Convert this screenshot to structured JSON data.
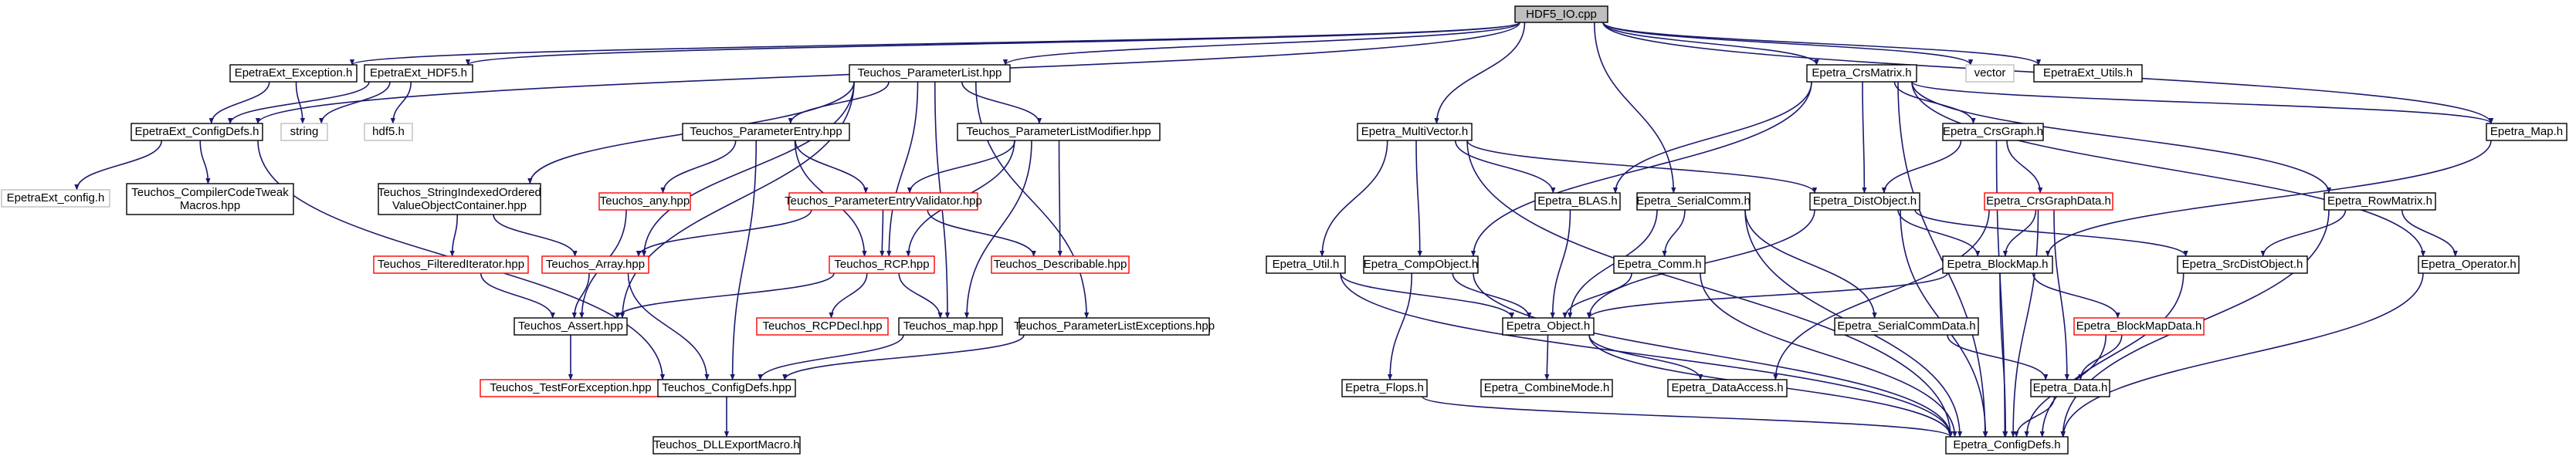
{
  "graph": {
    "root": "HDF5_IO.cpp",
    "nodes": {
      "root": "HDF5_IO.cpp",
      "epetraext_exception": "EpetraExt_Exception.h",
      "epetraext_hdf5": "EpetraExt_HDF5.h",
      "teuchos_parameterlist": "Teuchos_ParameterList.hpp",
      "epetra_crsmatrix": "Epetra_CrsMatrix.h",
      "vector": "vector",
      "epetraext_utils": "EpetraExt_Utils.h",
      "epetraext_configdefs": "EpetraExt_ConfigDefs.h",
      "string": "string",
      "hdf5": "hdf5.h",
      "epetraext_config": "EpetraExt_config.h",
      "teuchos_compilercodetweak_1": "Teuchos_CompilerCodeTweak",
      "teuchos_compilercodetweak_2": "Macros.hpp",
      "teuchos_parameterentry": "Teuchos_ParameterEntry.hpp",
      "teuchos_parameterlistmodifier": "Teuchos_ParameterListModifier.hpp",
      "teuchos_stringindexed_1": "Teuchos_StringIndexedOrdered",
      "teuchos_stringindexed_2": "ValueObjectContainer.hpp",
      "teuchos_any": "Teuchos_any.hpp",
      "teuchos_parameterentryvalidator": "Teuchos_ParameterEntryValidator.hpp",
      "teuchos_filterediterator": "Teuchos_FilteredIterator.hpp",
      "teuchos_array": "Teuchos_Array.hpp",
      "teuchos_rcp": "Teuchos_RCP.hpp",
      "teuchos_describable": "Teuchos_Describable.hpp",
      "teuchos_rcpdecl": "Teuchos_RCPDecl.hpp",
      "teuchos_assert": "Teuchos_Assert.hpp",
      "teuchos_map": "Teuchos_map.hpp",
      "teuchos_parameterlistexceptions": "Teuchos_ParameterListExceptions.hpp",
      "teuchos_testforexception": "Teuchos_TestForException.hpp",
      "teuchos_configdefs": "Teuchos_ConfigDefs.hpp",
      "teuchos_dllexportmacro": "Teuchos_DLLExportMacro.h",
      "epetra_multivector": "Epetra_MultiVector.h",
      "epetra_crsgraph": "Epetra_CrsGraph.h",
      "epetra_map": "Epetra_Map.h",
      "epetra_crsgraphdata": "Epetra_CrsGraphData.h",
      "epetra_blas": "Epetra_BLAS.h",
      "epetra_serialcomm": "Epetra_SerialComm.h",
      "epetra_distobject": "Epetra_DistObject.h",
      "epetra_rowmatrix": "Epetra_RowMatrix.h",
      "epetra_util": "Epetra_Util.h",
      "epetra_compobject": "Epetra_CompObject.h",
      "epetra_comm": "Epetra_Comm.h",
      "epetra_blockmap": "Epetra_BlockMap.h",
      "epetra_srcdistobject": "Epetra_SrcDistObject.h",
      "epetra_operator": "Epetra_Operator.h",
      "epetra_object": "Epetra_Object.h",
      "epetra_serialcommdata": "Epetra_SerialCommData.h",
      "epetra_blockmapdata": "Epetra_BlockMapData.h",
      "epetra_flops": "Epetra_Flops.h",
      "epetra_combinemode": "Epetra_CombineMode.h",
      "epetra_dataaccess": "Epetra_DataAccess.h",
      "epetra_data": "Epetra_Data.h",
      "epetra_configdefs": "Epetra_ConfigDefs.h"
    },
    "edges": [
      [
        "root",
        "epetraext_configdefs"
      ],
      [
        "root",
        "epetraext_exception"
      ],
      [
        "root",
        "epetraext_hdf5"
      ],
      [
        "root",
        "teuchos_parameterlist"
      ],
      [
        "root",
        "epetra_multivector"
      ],
      [
        "root",
        "epetra_serialcomm"
      ],
      [
        "root",
        "epetra_crsmatrix"
      ],
      [
        "root",
        "epetra_map"
      ],
      [
        "root",
        "vector"
      ],
      [
        "root",
        "epetraext_utils"
      ],
      [
        "epetraext_exception",
        "epetraext_configdefs"
      ],
      [
        "epetraext_exception",
        "string"
      ],
      [
        "epetraext_hdf5",
        "epetraext_configdefs"
      ],
      [
        "epetraext_hdf5",
        "string"
      ],
      [
        "epetraext_hdf5",
        "hdf5"
      ],
      [
        "epetraext_configdefs",
        "epetraext_config"
      ],
      [
        "epetraext_configdefs",
        "teuchos_compilercodetweak"
      ],
      [
        "epetraext_configdefs",
        "teuchos_configdefs"
      ],
      [
        "teuchos_parameterlist",
        "teuchos_stringindexed"
      ],
      [
        "teuchos_parameterlist",
        "teuchos_parameterentry"
      ],
      [
        "teuchos_parameterlist",
        "teuchos_parameterlistmodifier"
      ],
      [
        "teuchos_parameterlist",
        "teuchos_array"
      ],
      [
        "teuchos_parameterlist",
        "teuchos_rcp"
      ],
      [
        "teuchos_parameterlist",
        "teuchos_assert"
      ],
      [
        "teuchos_parameterlist",
        "teuchos_map"
      ],
      [
        "teuchos_parameterlist",
        "teuchos_parameterlistexceptions"
      ],
      [
        "teuchos_parameterentry",
        "teuchos_any"
      ],
      [
        "teuchos_parameterentry",
        "teuchos_parameterentryvalidator"
      ],
      [
        "teuchos_parameterentry",
        "teuchos_rcp"
      ],
      [
        "teuchos_parameterentry",
        "teuchos_configdefs"
      ],
      [
        "teuchos_parameterlistmodifier",
        "teuchos_parameterentryvalidator"
      ],
      [
        "teuchos_parameterlistmodifier",
        "teuchos_rcp"
      ],
      [
        "teuchos_parameterlistmodifier",
        "teuchos_describable"
      ],
      [
        "teuchos_parameterlistmodifier",
        "teuchos_map"
      ],
      [
        "teuchos_stringindexed",
        "teuchos_filterediterator"
      ],
      [
        "teuchos_stringindexed",
        "teuchos_array"
      ],
      [
        "teuchos_any",
        "teuchos_assert"
      ],
      [
        "teuchos_parameterentryvalidator",
        "teuchos_array"
      ],
      [
        "teuchos_parameterentryvalidator",
        "teuchos_rcp"
      ],
      [
        "teuchos_parameterentryvalidator",
        "teuchos_describable"
      ],
      [
        "teuchos_filterediterator",
        "teuchos_assert"
      ],
      [
        "teuchos_array",
        "teuchos_assert"
      ],
      [
        "teuchos_array",
        "teuchos_configdefs"
      ],
      [
        "teuchos_rcp",
        "teuchos_rcpdecl"
      ],
      [
        "teuchos_rcp",
        "teuchos_assert"
      ],
      [
        "teuchos_rcp",
        "teuchos_map"
      ],
      [
        "teuchos_assert",
        "teuchos_testforexception"
      ],
      [
        "teuchos_map",
        "teuchos_configdefs"
      ],
      [
        "teuchos_parameterlistexceptions",
        "teuchos_configdefs"
      ],
      [
        "teuchos_configdefs",
        "teuchos_dllexportmacro"
      ],
      [
        "epetra_multivector",
        "epetra_distobject"
      ],
      [
        "epetra_multivector",
        "epetra_compobject"
      ],
      [
        "epetra_multivector",
        "epetra_blas"
      ],
      [
        "epetra_multivector",
        "epetra_util"
      ],
      [
        "epetra_multivector",
        "epetra_configdefs"
      ],
      [
        "epetra_crsmatrix",
        "epetra_distobject"
      ],
      [
        "epetra_crsmatrix",
        "epetra_compobject"
      ],
      [
        "epetra_crsmatrix",
        "epetra_blas"
      ],
      [
        "epetra_crsmatrix",
        "epetra_crsgraph"
      ],
      [
        "epetra_crsmatrix",
        "epetra_map"
      ],
      [
        "epetra_crsmatrix",
        "epetra_rowmatrix"
      ],
      [
        "epetra_crsmatrix",
        "epetra_operator"
      ],
      [
        "epetra_crsmatrix",
        "epetra_configdefs"
      ],
      [
        "epetra_crsgraph",
        "epetra_distobject"
      ],
      [
        "epetra_crsgraph",
        "epetra_crsgraphdata"
      ],
      [
        "epetra_crsgraph",
        "epetra_configdefs"
      ],
      [
        "epetra_crsgraphdata",
        "epetra_blockmap"
      ],
      [
        "epetra_crsgraphdata",
        "epetra_data"
      ],
      [
        "epetra_crsgraphdata",
        "epetra_dataaccess"
      ],
      [
        "epetra_crsgraphdata",
        "epetra_configdefs"
      ],
      [
        "epetra_map",
        "epetra_blockmap"
      ],
      [
        "epetra_blas",
        "epetra_object"
      ],
      [
        "epetra_serialcomm",
        "epetra_comm"
      ],
      [
        "epetra_serialcomm",
        "epetra_serialcommdata"
      ],
      [
        "epetra_serialcomm",
        "epetra_object"
      ],
      [
        "epetra_serialcomm",
        "epetra_configdefs"
      ],
      [
        "epetra_distobject",
        "epetra_blockmap"
      ],
      [
        "epetra_distobject",
        "epetra_srcdistobject"
      ],
      [
        "epetra_distobject",
        "epetra_object"
      ],
      [
        "epetra_distobject",
        "epetra_configdefs"
      ],
      [
        "epetra_rowmatrix",
        "epetra_srcdistobject"
      ],
      [
        "epetra_rowmatrix",
        "epetra_operator"
      ],
      [
        "epetra_rowmatrix",
        "epetra_configdefs"
      ],
      [
        "epetra_util",
        "epetra_object"
      ],
      [
        "epetra_util",
        "epetra_configdefs"
      ],
      [
        "epetra_compobject",
        "epetra_object"
      ],
      [
        "epetra_compobject",
        "epetra_flops"
      ],
      [
        "epetra_compobject",
        "epetra_configdefs"
      ],
      [
        "epetra_comm",
        "epetra_object"
      ],
      [
        "epetra_comm",
        "epetra_configdefs"
      ],
      [
        "epetra_blockmap",
        "epetra_object"
      ],
      [
        "epetra_blockmap",
        "epetra_blockmapdata"
      ],
      [
        "epetra_blockmap",
        "epetra_configdefs"
      ],
      [
        "epetra_srcdistobject",
        "epetra_configdefs"
      ],
      [
        "epetra_operator",
        "epetra_configdefs"
      ],
      [
        "epetra_object",
        "epetra_combinemode"
      ],
      [
        "epetra_object",
        "epetra_dataaccess"
      ],
      [
        "epetra_object",
        "epetra_configdefs"
      ],
      [
        "epetra_serialcommdata",
        "epetra_data"
      ],
      [
        "epetra_blockmapdata",
        "epetra_data"
      ],
      [
        "epetra_blockmapdata",
        "epetra_configdefs"
      ],
      [
        "epetra_flops",
        "epetra_configdefs"
      ],
      [
        "epetra_data",
        "epetra_configdefs"
      ]
    ],
    "colors": {
      "edge": "#191970",
      "root_fill": "#bfbfbf",
      "red_border": "#ff0000",
      "gray_border": "#bfbfbf"
    }
  }
}
